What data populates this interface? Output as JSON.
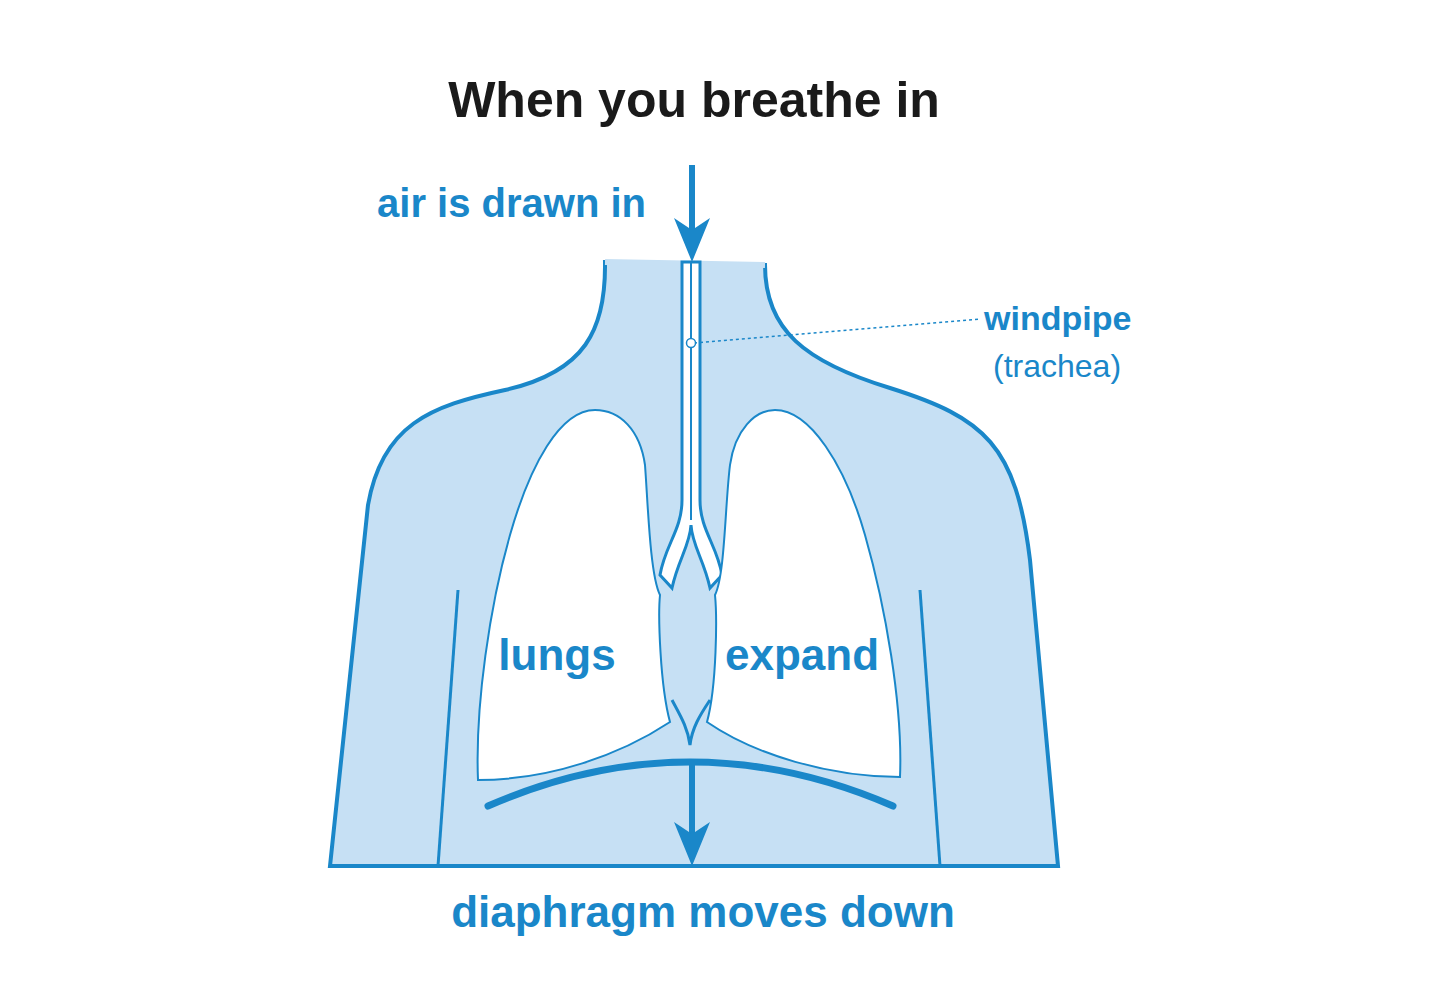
{
  "diagram": {
    "title": "When you breathe in",
    "nodes": [
      {
        "text": [
          "lungs"
        ]
      },
      {
        "text": [
          "expand"
        ]
      }
    ],
    "labels": [
      "air is drawn in",
      "windpipe",
      "(trachea)",
      "diaphragm moves down"
    ]
  }
}
